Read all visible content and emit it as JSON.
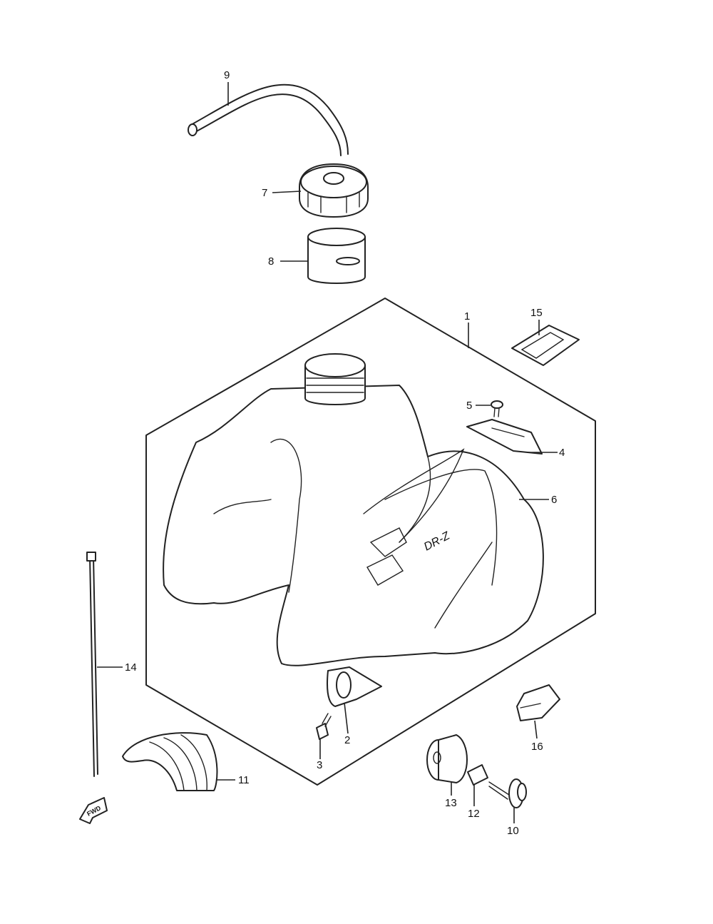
{
  "callouts": {
    "c1": "1",
    "c2": "2",
    "c3": "3",
    "c4": "4",
    "c5": "5",
    "c6": "6",
    "c7": "7",
    "c8": "8",
    "c9": "9",
    "c10": "10",
    "c11": "11",
    "c12": "12",
    "c13": "13",
    "c14": "14",
    "c15": "15",
    "c16": "16"
  },
  "direction_label": "FWD",
  "emblem_text": "DR-Z"
}
